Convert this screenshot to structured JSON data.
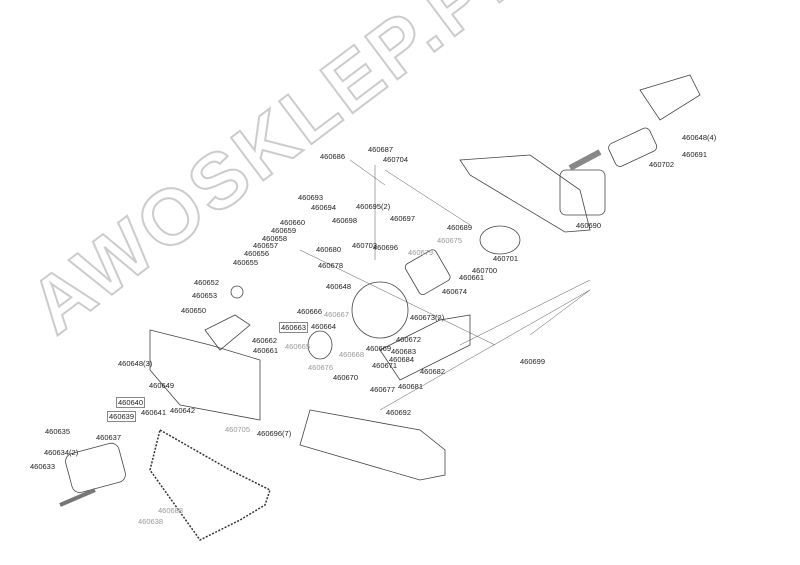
{
  "watermark": "AWOSKLEP.PL",
  "labels": [
    {
      "id": "460686",
      "text": "460686"
    },
    {
      "id": "460687",
      "text": "460687"
    },
    {
      "id": "460704",
      "text": "460704"
    },
    {
      "id": "460693",
      "text": "460693"
    },
    {
      "id": "460694",
      "text": "460694"
    },
    {
      "id": "460695",
      "text": "460695(2)"
    },
    {
      "id": "460698",
      "text": "460698"
    },
    {
      "id": "460697",
      "text": "460697"
    },
    {
      "id": "460703",
      "text": "460703"
    },
    {
      "id": "460696",
      "text": "460696"
    },
    {
      "id": "460660",
      "text": "460660"
    },
    {
      "id": "460659",
      "text": "460659"
    },
    {
      "id": "460658",
      "text": "460658"
    },
    {
      "id": "460657",
      "text": "460657"
    },
    {
      "id": "460656",
      "text": "460656"
    },
    {
      "id": "460655",
      "text": "460655"
    },
    {
      "id": "460652",
      "text": "460652"
    },
    {
      "id": "460653",
      "text": "460653"
    },
    {
      "id": "460650",
      "text": "460650"
    },
    {
      "id": "460680",
      "text": "460680"
    },
    {
      "id": "460678",
      "text": "460678"
    },
    {
      "id": "460648",
      "text": "460648"
    },
    {
      "id": "460666",
      "text": "460666"
    },
    {
      "id": "460667",
      "text": "460667"
    },
    {
      "id": "460663",
      "text": "460663"
    },
    {
      "id": "460664",
      "text": "460664"
    },
    {
      "id": "460662",
      "text": "460662"
    },
    {
      "id": "460665",
      "text": "460665"
    },
    {
      "id": "460661",
      "text": "460661"
    },
    {
      "id": "460676",
      "text": "460676"
    },
    {
      "id": "460668",
      "text": "460668"
    },
    {
      "id": "460669",
      "text": "460669"
    },
    {
      "id": "460670",
      "text": "460670"
    },
    {
      "id": "460677",
      "text": "460677"
    },
    {
      "id": "460671",
      "text": "460671"
    },
    {
      "id": "460684",
      "text": "460684"
    },
    {
      "id": "460683",
      "text": "460683"
    },
    {
      "id": "460672",
      "text": "460672"
    },
    {
      "id": "460673",
      "text": "460673(2)"
    },
    {
      "id": "460682",
      "text": "460682"
    },
    {
      "id": "460681",
      "text": "460681"
    },
    {
      "id": "460692",
      "text": "460692"
    },
    {
      "id": "460699",
      "text": "460699"
    },
    {
      "id": "460689",
      "text": "460689"
    },
    {
      "id": "460675",
      "text": "460675"
    },
    {
      "id": "460679",
      "text": "460679"
    },
    {
      "id": "460661b",
      "text": "460661"
    },
    {
      "id": "460674",
      "text": "460674"
    },
    {
      "id": "460701",
      "text": "460701"
    },
    {
      "id": "460700",
      "text": "460700"
    },
    {
      "id": "460690",
      "text": "460690"
    },
    {
      "id": "460702",
      "text": "460702"
    },
    {
      "id": "460691",
      "text": "460691"
    },
    {
      "id": "460648b",
      "text": "460648(4)"
    },
    {
      "id": "460648c",
      "text": "460648(3)"
    },
    {
      "id": "460649",
      "text": "460649"
    },
    {
      "id": "460640",
      "text": "460640"
    },
    {
      "id": "460639",
      "text": "460639"
    },
    {
      "id": "460641",
      "text": "460641"
    },
    {
      "id": "460642",
      "text": "460642"
    },
    {
      "id": "460635",
      "text": "460635"
    },
    {
      "id": "460637",
      "text": "460637"
    },
    {
      "id": "460634",
      "text": "460634(2)"
    },
    {
      "id": "460633",
      "text": "460633"
    },
    {
      "id": "460638",
      "text": "460638"
    },
    {
      "id": "460688",
      "text": "460688"
    },
    {
      "id": "460705",
      "text": "460705"
    },
    {
      "id": "460696b",
      "text": "460696(7)"
    }
  ]
}
